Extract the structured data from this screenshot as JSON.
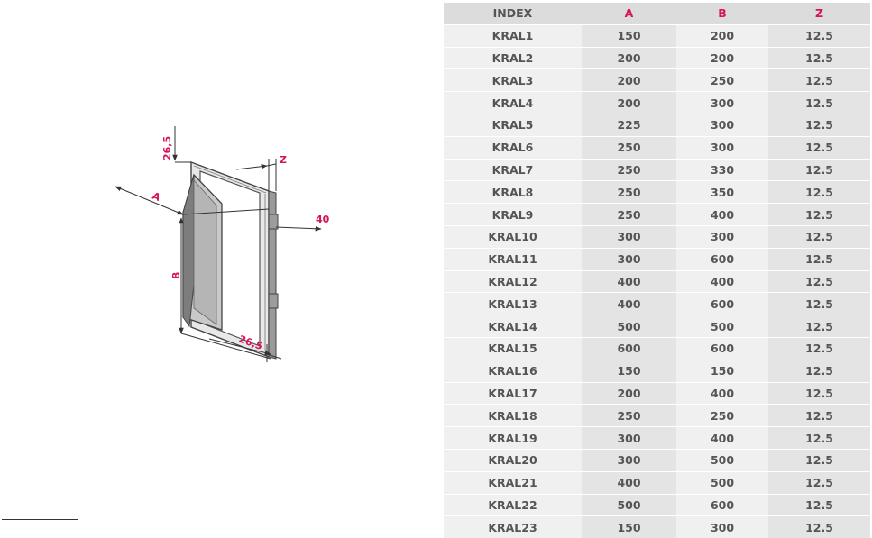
{
  "drawing": {
    "labels": {
      "a": "A",
      "b": "B",
      "z": "Z",
      "depth": "40",
      "top_flange": "26,5",
      "bottom_flange": "26,5"
    }
  },
  "table": {
    "headers": [
      "INDEX",
      "A",
      "B",
      "Z"
    ],
    "rows": [
      [
        "KRAL1",
        "150",
        "200",
        "12.5"
      ],
      [
        "KRAL2",
        "200",
        "200",
        "12.5"
      ],
      [
        "KRAL3",
        "200",
        "250",
        "12.5"
      ],
      [
        "KRAL4",
        "200",
        "300",
        "12.5"
      ],
      [
        "KRAL5",
        "225",
        "300",
        "12.5"
      ],
      [
        "KRAL6",
        "250",
        "300",
        "12.5"
      ],
      [
        "KRAL7",
        "250",
        "330",
        "12.5"
      ],
      [
        "KRAL8",
        "250",
        "350",
        "12.5"
      ],
      [
        "KRAL9",
        "250",
        "400",
        "12.5"
      ],
      [
        "KRAL10",
        "300",
        "300",
        "12.5"
      ],
      [
        "KRAL11",
        "300",
        "600",
        "12.5"
      ],
      [
        "KRAL12",
        "400",
        "400",
        "12.5"
      ],
      [
        "KRAL13",
        "400",
        "600",
        "12.5"
      ],
      [
        "KRAL14",
        "500",
        "500",
        "12.5"
      ],
      [
        "KRAL15",
        "600",
        "600",
        "12.5"
      ],
      [
        "KRAL16",
        "150",
        "150",
        "12.5"
      ],
      [
        "KRAL17",
        "200",
        "400",
        "12.5"
      ],
      [
        "KRAL18",
        "250",
        "250",
        "12.5"
      ],
      [
        "KRAL19",
        "300",
        "400",
        "12.5"
      ],
      [
        "KRAL20",
        "300",
        "500",
        "12.5"
      ],
      [
        "KRAL21",
        "400",
        "500",
        "12.5"
      ],
      [
        "KRAL22",
        "500",
        "600",
        "12.5"
      ],
      [
        "KRAL23",
        "150",
        "300",
        "12.5"
      ]
    ]
  },
  "colors": {
    "accent": "#d6145c",
    "text": "#555555",
    "header_bg": "#dcdcdc",
    "row_bg": "#f0f0f0",
    "row_bg_alt": "#e4e4e4"
  }
}
